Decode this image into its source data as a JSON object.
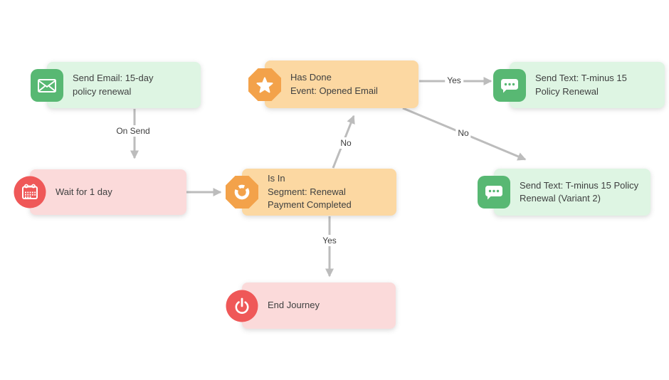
{
  "nodes": [
    {
      "id": "send-email",
      "type": "action-send-email",
      "icon": "envelope-icon",
      "theme": "green",
      "label": "Send Email: 15-day\npolicy renewal"
    },
    {
      "id": "has-done",
      "type": "condition-has-done",
      "icon": "star-icon",
      "theme": "orange",
      "label": "Has Done\nEvent: Opened Email"
    },
    {
      "id": "send-text-1",
      "type": "action-send-text",
      "icon": "chat-icon",
      "theme": "green",
      "label": "Send Text: T-minus 15\nPolicy Renewal"
    },
    {
      "id": "wait-1-day",
      "type": "wait",
      "icon": "calendar-icon",
      "theme": "red",
      "label": "Wait for 1 day"
    },
    {
      "id": "is-in-segment",
      "type": "condition-is-in",
      "icon": "segment-icon",
      "theme": "orange",
      "label": "Is In\nSegment: Renewal\nPayment Completed"
    },
    {
      "id": "send-text-2",
      "type": "action-send-text",
      "icon": "chat-icon",
      "theme": "green",
      "label": "Send Text: T-minus 15 Policy\nRenewal (Variant 2)"
    },
    {
      "id": "end-journey",
      "type": "end",
      "icon": "power-icon",
      "theme": "red",
      "label": "End Journey"
    }
  ],
  "edges": [
    {
      "from": "send-email",
      "to": "wait-1-day",
      "label": "On Send"
    },
    {
      "from": "wait-1-day",
      "to": "is-in-segment",
      "label": ""
    },
    {
      "from": "is-in-segment",
      "to": "has-done",
      "label": "No"
    },
    {
      "from": "has-done",
      "to": "send-text-1",
      "label": "Yes"
    },
    {
      "from": "has-done",
      "to": "send-text-2",
      "label": "No"
    },
    {
      "from": "is-in-segment",
      "to": "end-journey",
      "label": "Yes"
    }
  ],
  "colors": {
    "canvas_bg": "#ffffff",
    "green_node_bg": "#def5e3",
    "green_icon": "#58b873",
    "orange_node_bg": "#fcd8a2",
    "orange_icon": "#f3a24a",
    "red_node_bg": "#fbdada",
    "red_icon": "#ef5858",
    "edge": "#bcbcbc",
    "text": "#3f4040"
  }
}
